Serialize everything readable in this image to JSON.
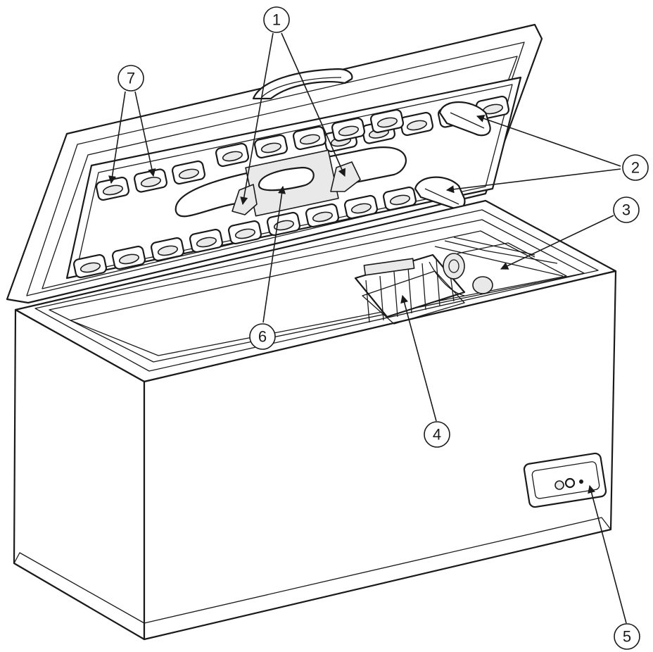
{
  "callouts": [
    {
      "label": "1"
    },
    {
      "label": "2"
    },
    {
      "label": "3"
    },
    {
      "label": "4"
    },
    {
      "label": "5"
    },
    {
      "label": "6"
    },
    {
      "label": "7"
    }
  ],
  "icons": {
    "freezer": "chest-freezer-icon",
    "basket": "wire-basket-icon",
    "control_panel": "control-panel-icon"
  }
}
